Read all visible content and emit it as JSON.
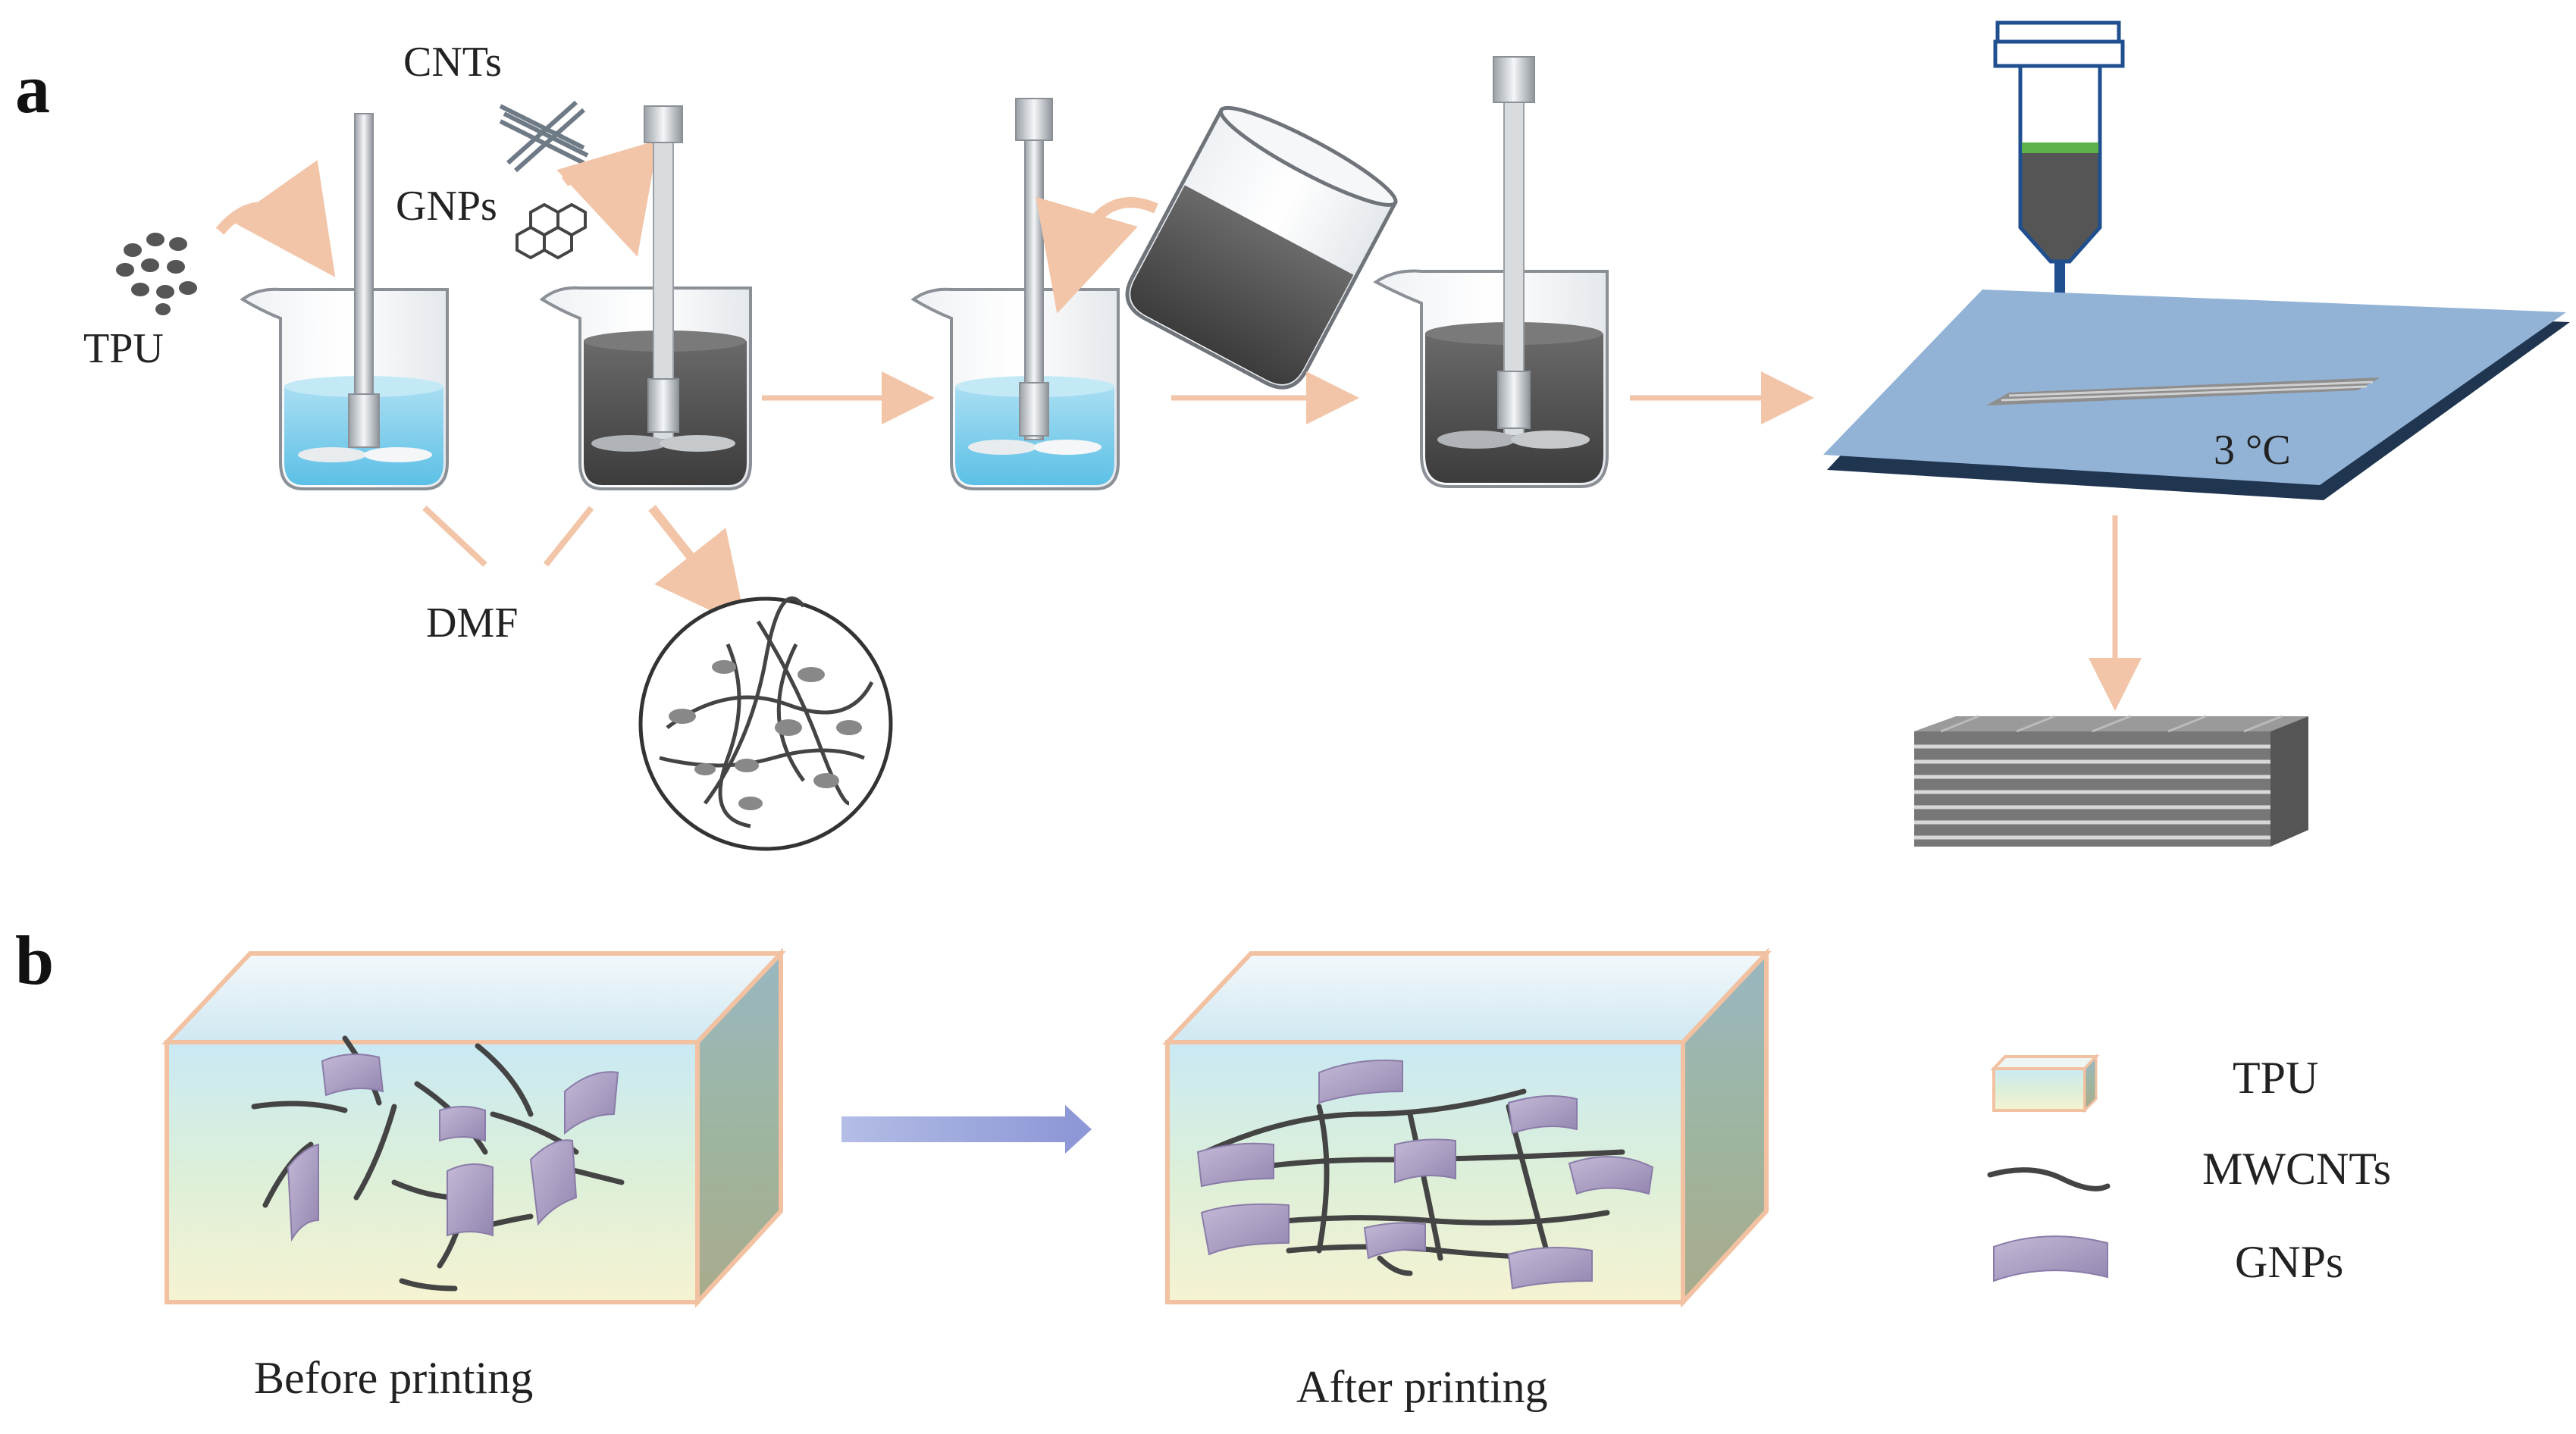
{
  "panel_a": {
    "letter": "a",
    "labels": {
      "tpu": "TPU",
      "cnts": "CNTs",
      "gnps": "GNPs",
      "dmf": "DMF",
      "temperature": "3 °C"
    }
  },
  "panel_b": {
    "letter": "b",
    "before_caption": "Before printing",
    "after_caption": "After printing",
    "legend": [
      {
        "label": "TPU",
        "icon": "tpu-block-icon"
      },
      {
        "label": "MWCNTs",
        "icon": "mwcnt-fiber-icon"
      },
      {
        "label": "GNPs",
        "icon": "gnp-sheet-icon"
      }
    ]
  },
  "colors": {
    "arrow_peach": "#f2c5a8",
    "arrow_blue": "#9fa7dc",
    "liquid_blue": "#6fc7e6",
    "ink_dark": "#555555",
    "plate_blue": "#93b3d6",
    "plate_edge": "#1f3550",
    "box_edge": "#f1c1a1",
    "gnp_purple": "#a99cc0",
    "cnt_dark": "#4a4a4a",
    "syringe_green": "#5bb14a",
    "syringe_blue": "#1f4f8f"
  }
}
